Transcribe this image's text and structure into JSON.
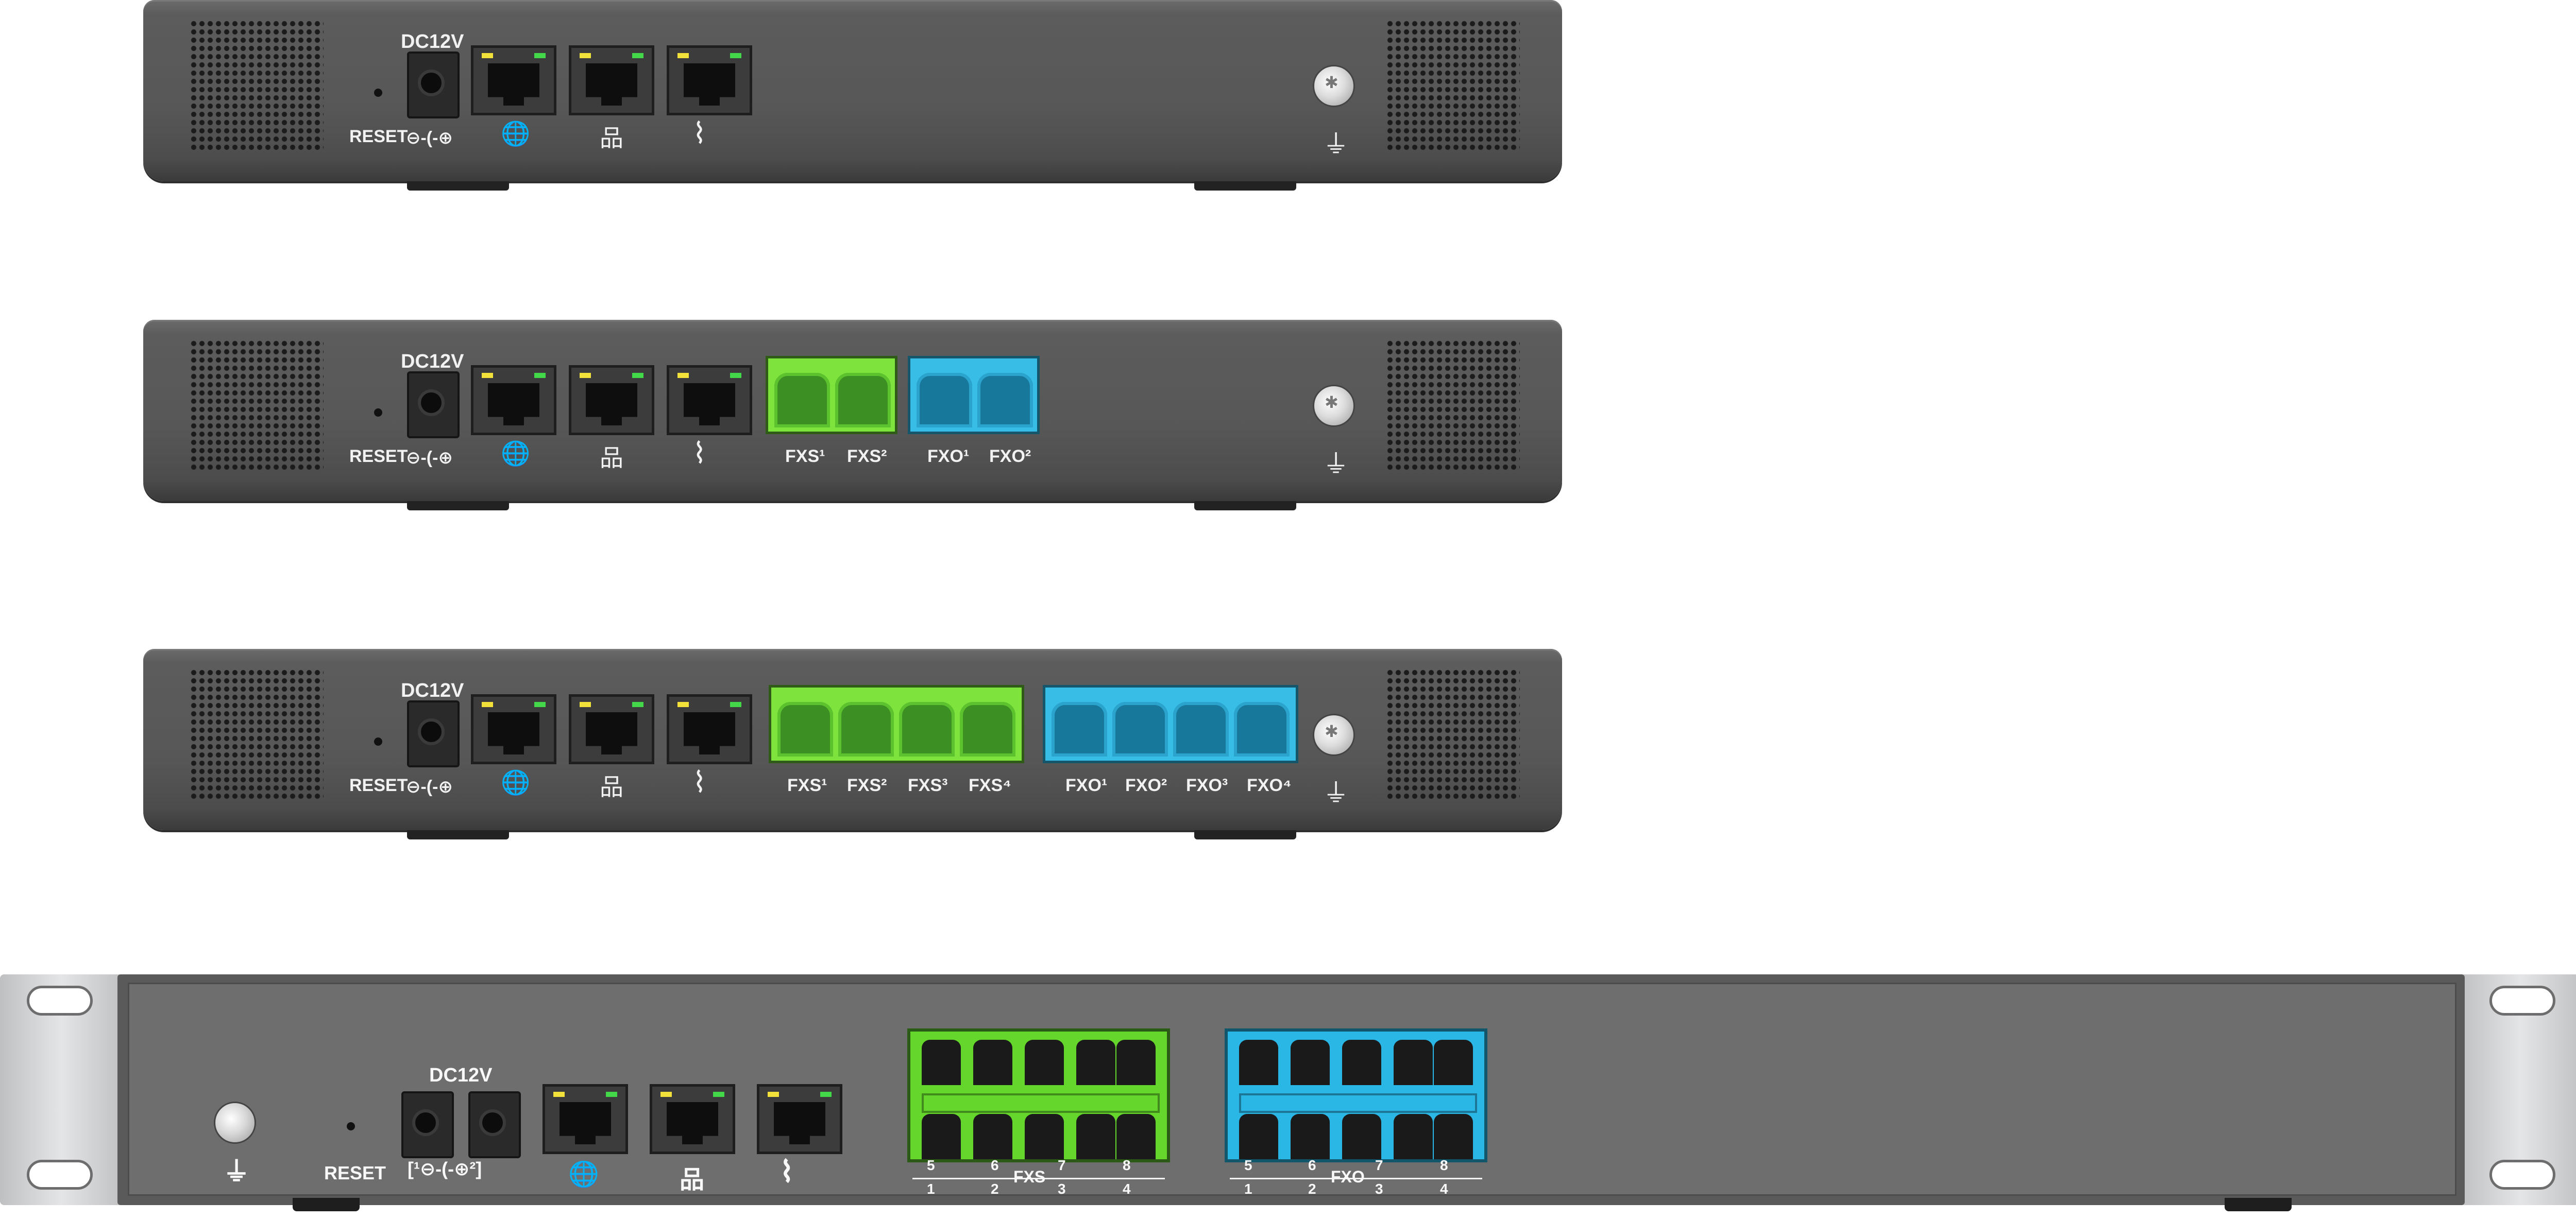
{
  "devices": [
    {
      "labels": {
        "reset": "RESET",
        "dc": "DC12V",
        "polarity": "⊖-(-⊕"
      },
      "fxs": [],
      "fxo": []
    },
    {
      "labels": {
        "reset": "RESET",
        "dc": "DC12V",
        "polarity": "⊖-(-⊕"
      },
      "fxs": [
        "FXS¹",
        "FXS²"
      ],
      "fxo": [
        "FXO¹",
        "FXO²"
      ]
    },
    {
      "labels": {
        "reset": "RESET",
        "dc": "DC12V",
        "polarity": "⊖-(-⊕"
      },
      "fxs": [
        "FXS¹",
        "FXS²",
        "FXS³",
        "FXS⁴"
      ],
      "fxo": [
        "FXO¹",
        "FXO²",
        "FXO³",
        "FXO⁴"
      ]
    }
  ],
  "rack": {
    "reset": "RESET",
    "dc": "DC12V",
    "dc_marks": "[¹⊖-(-⊕²]",
    "fxs_label": "FXS",
    "fxo_label": "FXO",
    "port_top_numbers": [
      "5",
      "6",
      "7",
      "8"
    ],
    "port_bottom_numbers": [
      "1",
      "2",
      "3",
      "4"
    ]
  },
  "icons": [
    "wan-globe-icon",
    "lan-network-icon",
    "heartbeat-icon",
    "ground-icon",
    "screw-icon"
  ],
  "colors": {
    "fxs": "#7ee33c",
    "fxo": "#38bde6",
    "chassis": "#575757",
    "rack_face": "#6e6e6e"
  }
}
